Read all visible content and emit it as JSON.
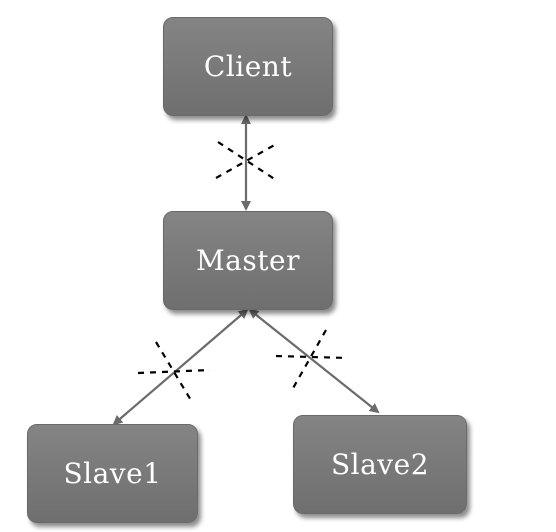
{
  "nodes": {
    "client": {
      "label": "Client"
    },
    "master": {
      "label": "Master"
    },
    "slave1": {
      "label": "Slave1"
    },
    "slave2": {
      "label": "Slave2"
    }
  },
  "edges": [
    {
      "from": "client",
      "to": "master",
      "style": "bidirectional-arrow",
      "status": "broken-link-marks"
    },
    {
      "from": "master",
      "to": "slave1",
      "style": "bidirectional-arrow",
      "status": "broken-link-marks"
    },
    {
      "from": "master",
      "to": "slave2",
      "style": "bidirectional-arrow",
      "status": "broken-link-marks"
    }
  ],
  "colors": {
    "node_fill": "#7a7a7a",
    "node_text": "#ffffff",
    "connector": "#6b6b6b",
    "break_marks": "#000000"
  }
}
